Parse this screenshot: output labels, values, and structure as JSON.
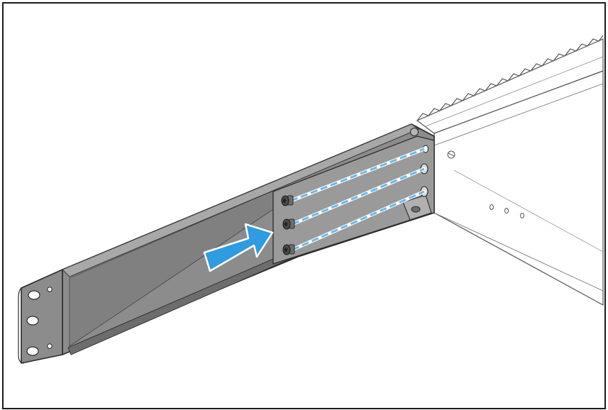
{
  "diagram": {
    "subject": "rack-mount-bracket-installation",
    "screw_count": 3,
    "arrow_direction": "toward-chassis",
    "colors": {
      "bracket_fill": "#8c8c8c",
      "bracket_dark": "#6d6d6d",
      "bracket_light": "#a8a8a8",
      "outline": "#2b2b2b",
      "chassis_fill": "#ffffff",
      "chassis_line": "#555555",
      "arrow": "#2f9be0",
      "guide_line": "#6ab8e8",
      "frame": "#1a1a1a"
    }
  }
}
